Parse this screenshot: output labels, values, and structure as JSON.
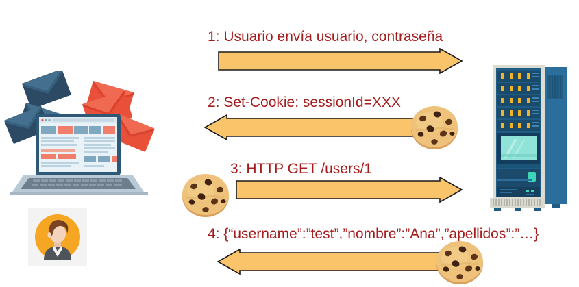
{
  "diagram": {
    "title_text_color": "#A51C1C",
    "arrow_fill": "#F9C46A",
    "arrow_stroke": "#1a1a1a",
    "messages": [
      {
        "id": "message-1",
        "label": "1: Usuario envía usuario, contraseña",
        "direction": "right",
        "cookie": "none",
        "sequence": "1"
      },
      {
        "id": "message-2",
        "label": "2: Set-Cookie: sessionId=XXX",
        "direction": "left",
        "cookie": "right",
        "sequence": "2"
      },
      {
        "id": "message-3",
        "label": "3: HTTP GET /users/1",
        "direction": "right",
        "cookie": "left",
        "sequence": "3"
      },
      {
        "id": "message-4",
        "label": "4: {“username”:”test”,”nombre”:”Ana”,”apellidos”:”…}",
        "direction": "left",
        "cookie": "right",
        "sequence": "4"
      }
    ],
    "client": {
      "name": "laptop-with-envelopes",
      "laptop_body_color": "#B9C9D6",
      "laptop_frame_color": "#2F5877",
      "screen_color": "#E8F2F7",
      "envelope_dark_color": "#2C4A63",
      "envelope_red_color": "#E8503A"
    },
    "user": {
      "name": "user-avatar",
      "background_color": "#F3F3F3",
      "circle_color": "#F5A623",
      "hair_color": "#7A4424",
      "skin_color": "#F2D3BC",
      "suit_color": "#4E545A"
    },
    "server": {
      "name": "server-rack",
      "body_color": "#1F5C85",
      "side_panel_color": "#2C6E9B",
      "bay_color": "#1B4A6B",
      "led_color": "#F0B429",
      "screen_color": "#8FE3D8",
      "base_color": "#D9D9CF",
      "bay_rows": "5"
    }
  }
}
